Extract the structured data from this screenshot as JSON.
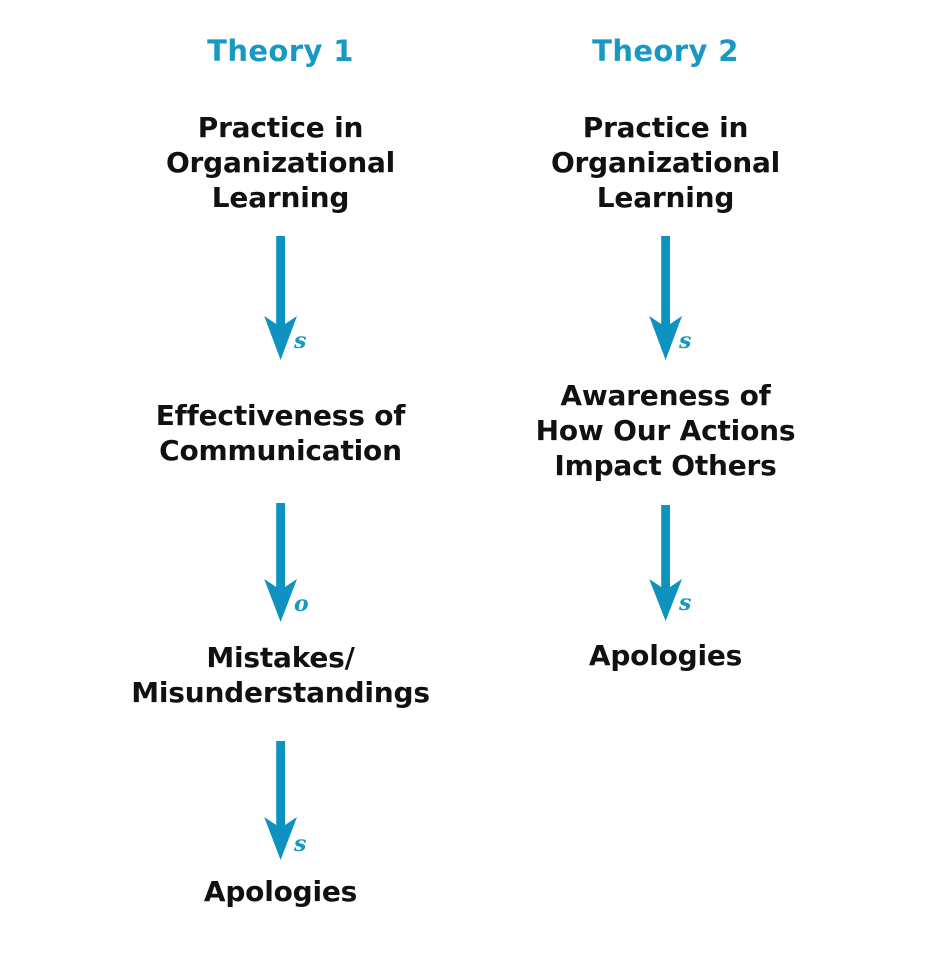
{
  "page": {
    "title": "Theory 1 and Theory 2 causal loop comparison",
    "background_color": "#ffffff",
    "accent_color": "#1899c4",
    "text_color": "#111111"
  },
  "columns": [
    {
      "id": "theory-1",
      "heading": "Theory 1",
      "nodes": [
        {
          "id": "practice-organizational-learning",
          "lines": [
            "Practice in",
            "Organizational",
            "Learning"
          ]
        },
        {
          "id": "effectiveness-of-communication",
          "lines": [
            "Effectiveness of",
            "Communication"
          ]
        },
        {
          "id": "mistakes-misunderstandings",
          "lines": [
            "Mistakes/",
            "Misunderstandings"
          ]
        },
        {
          "id": "apologies",
          "lines": [
            "Apologies"
          ]
        }
      ],
      "arrows": [
        {
          "id": "arrow-practice-to-effectiveness",
          "label": "s",
          "polarity": "same"
        },
        {
          "id": "arrow-effectiveness-to-mistakes",
          "label": "o",
          "polarity": "opposite"
        },
        {
          "id": "arrow-mistakes-to-apologies",
          "label": "s",
          "polarity": "same"
        }
      ]
    },
    {
      "id": "theory-2",
      "heading": "Theory 2",
      "nodes": [
        {
          "id": "practice-organizational-learning",
          "lines": [
            "Practice in",
            "Organizational",
            "Learning"
          ]
        },
        {
          "id": "awareness-of-impact",
          "lines": [
            "Awareness of",
            "How Our Actions",
            "Impact Others"
          ]
        },
        {
          "id": "apologies",
          "lines": [
            "Apologies"
          ]
        }
      ],
      "arrows": [
        {
          "id": "arrow-practice-to-awareness",
          "label": "s",
          "polarity": "same"
        },
        {
          "id": "arrow-awareness-to-apologies",
          "label": "s",
          "polarity": "same"
        }
      ]
    }
  ]
}
